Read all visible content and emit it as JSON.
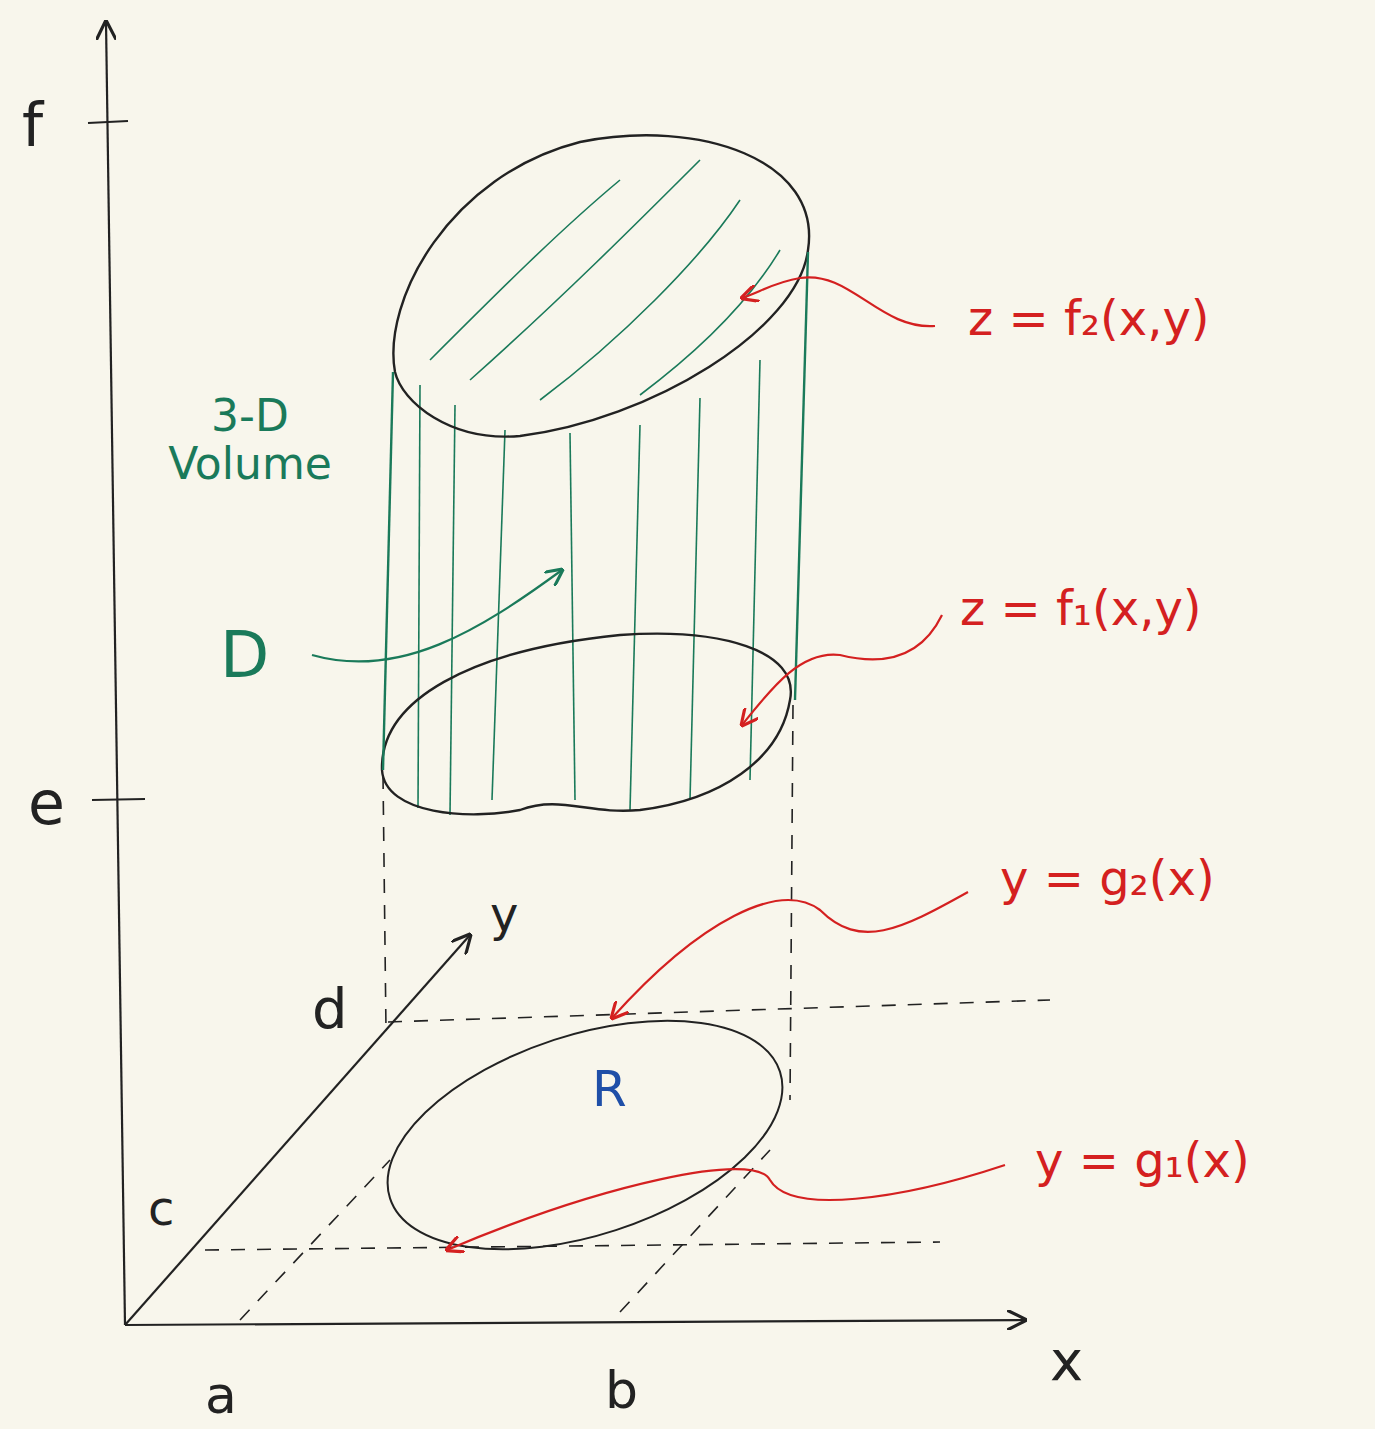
{
  "diagram": {
    "labels": [
      "f",
      "e",
      "3-D Volume",
      "D",
      "z = f₂(x,y)",
      "z = f₁(x,y)",
      "y = g₂(x)",
      "y",
      "d",
      "R",
      "y = g₁(x)",
      "c",
      "x",
      "a",
      "b"
    ]
  }
}
